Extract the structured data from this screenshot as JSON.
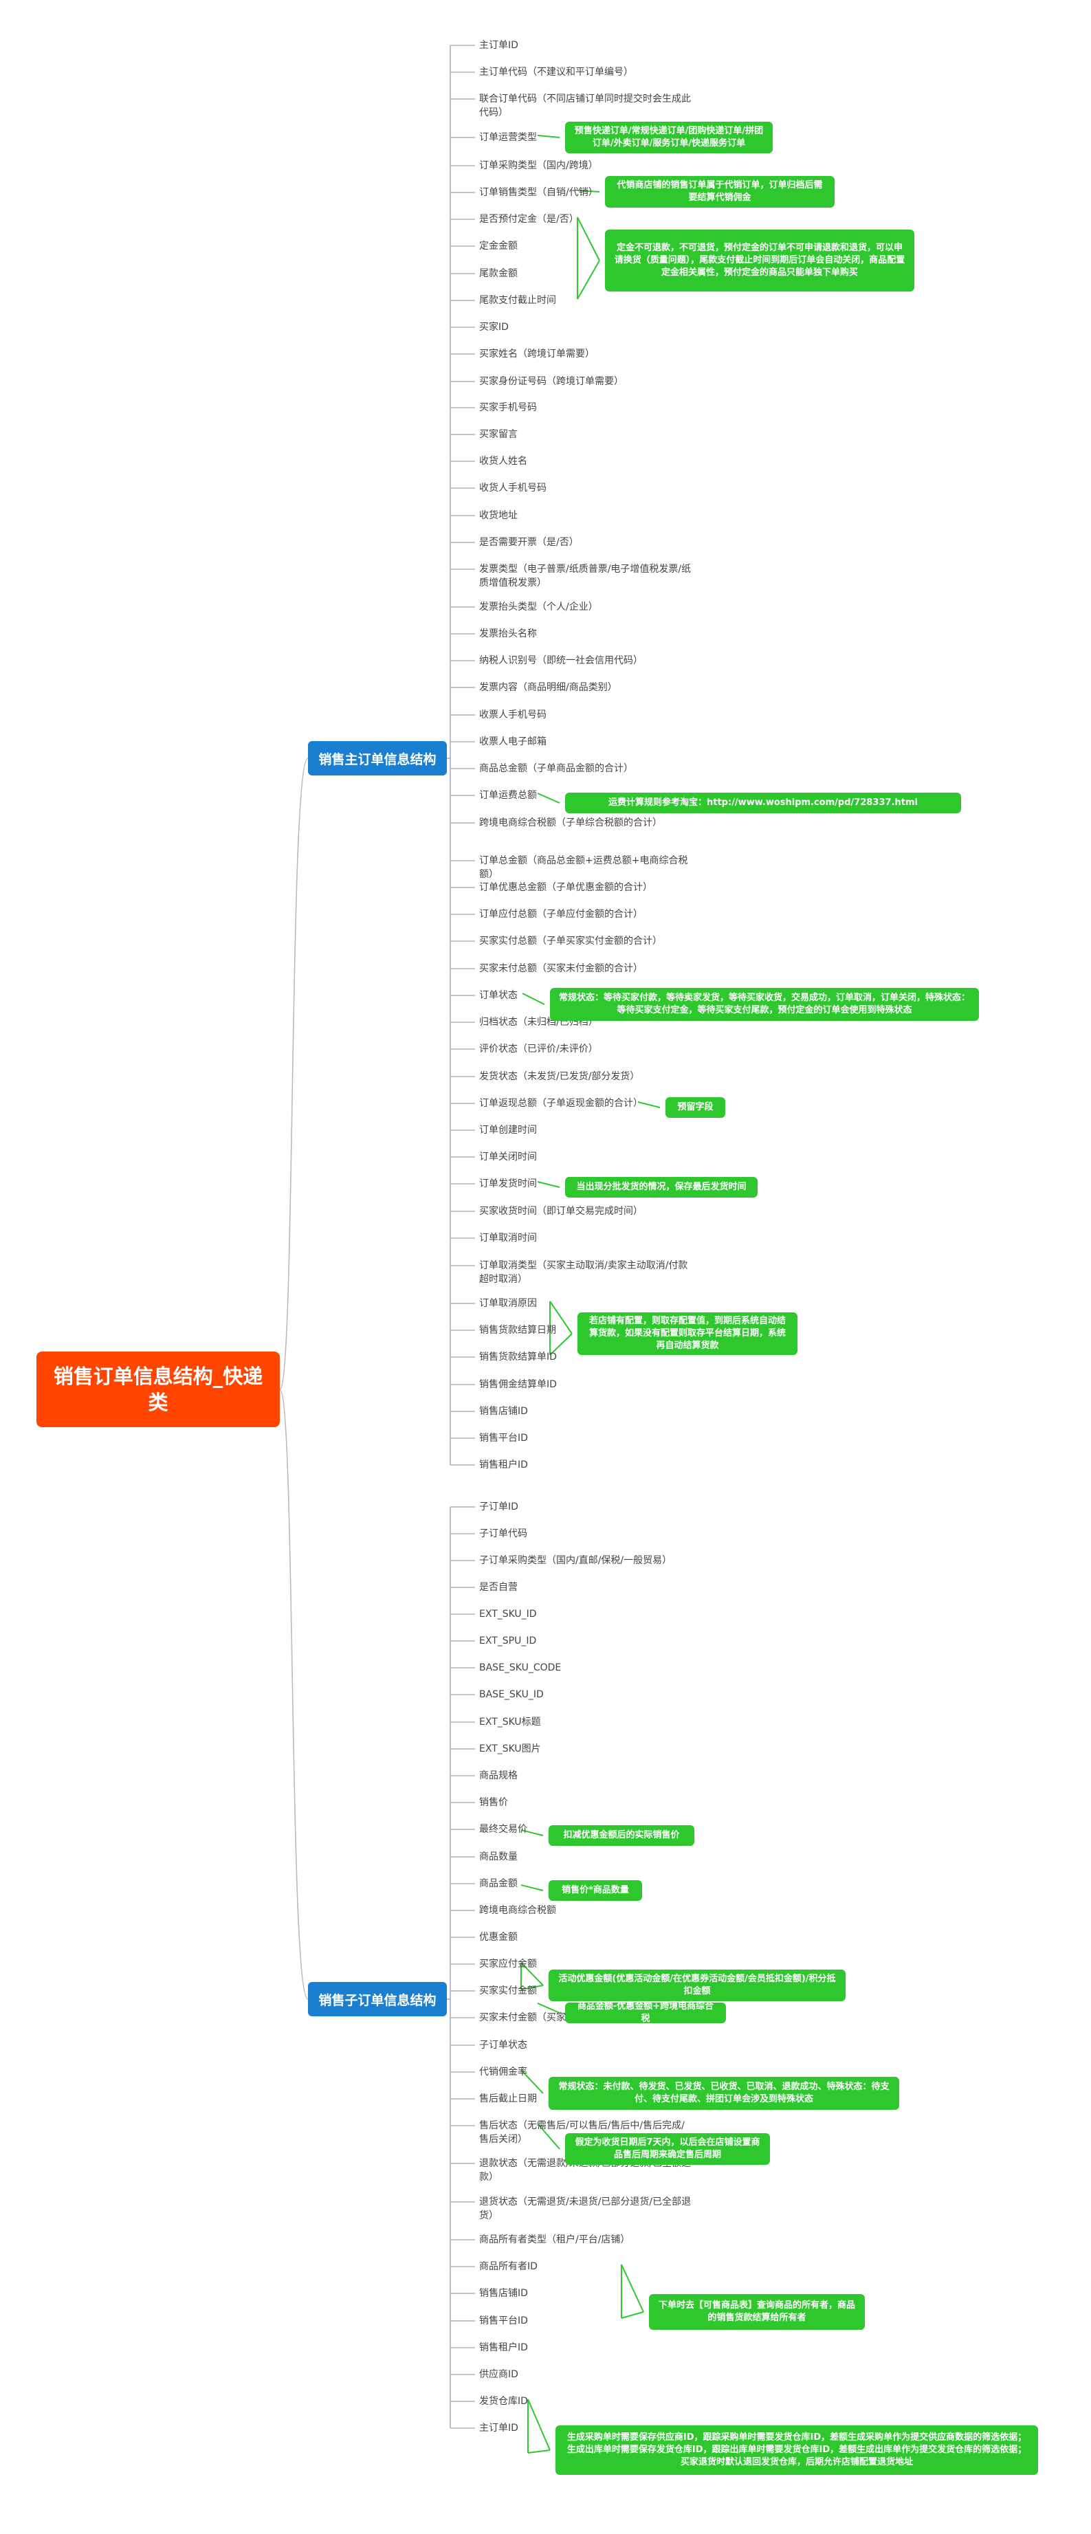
{
  "title": "销售订单信息结构_快递类",
  "branches": [
    {
      "label": "销售主订单信息结构",
      "leaves": [
        "主订单ID",
        "主订单代码（不建议和平订单编号）",
        "联合订单代码（不同店铺订单同时提交时会生成此代码）",
        "订单运营类型",
        "订单采购类型（国内/跨境）",
        "订单销售类型（自销/代销）",
        "是否预付定金（是/否）",
        "定金金额",
        "尾款金额",
        "尾款支付截止时间",
        "买家ID",
        "买家姓名（跨境订单需要）",
        "买家身份证号码（跨境订单需要）",
        "买家手机号码",
        "买家留言",
        "收货人姓名",
        "收货人手机号码",
        "收货地址",
        "是否需要开票（是/否）",
        "发票类型（电子普票/纸质普票/电子增值税发票/纸质增值税发票）",
        "发票抬头类型（个人/企业）",
        "发票抬头名称",
        "纳税人识别号（即统一社会信用代码）",
        "发票内容（商品明细/商品类别）",
        "收票人手机号码",
        "收票人电子邮箱",
        "商品总金额（子单商品金额的合计）",
        "订单运费总额",
        "跨境电商综合税额（子单综合税额的合计）",
        "订单总金额（商品总金额+运费总额+电商综合税额）",
        "订单优惠总金额（子单优惠金额的合计）",
        "订单应付总额（子单应付金额的合计）",
        "买家实付总额（子单买家实付金额的合计）",
        "买家未付总额（买家未付金额的合计）",
        "订单状态",
        "归档状态（未归档/已归档）",
        "评价状态（已评价/未评价）",
        "发货状态（未发货/已发货/部分发货）",
        "订单返现总额（子单返现金额的合计）",
        "订单创建时间",
        "订单关闭时间",
        "订单发货时间",
        "买家收货时间（即订单交易完成时间）",
        "订单取消时间",
        "订单取消类型（买家主动取消/卖家主动取消/付款超时取消）",
        "订单取消原因",
        "销售货款结算日期",
        "销售货款结算单ID",
        "销售佣金结算单ID",
        "销售店铺ID",
        "销售平台ID",
        "销售租户ID"
      ],
      "notes": [
        "预售快递订单/常规快递订单/团购快递订单/拼团订单/外卖订单/服务订单/快递服务订单",
        "代销商店铺的销售订单属于代销订单，订单归档后需要结算代销佣金",
        "定金不可退款，不可退货，预付定金的订单不可申请退款和退货，可以申请换货（质量问题），尾款支付截止时间到期后订单会自动关闭，商品配置定金相关属性，预付定金的商品只能单独下单购买",
        "运费计算规则参考淘宝：http://www.woshipm.com/pd/728337.html",
        "常规状态：等待买家付款，等待卖家发货，等待买家收货，交易成功，订单取消，订单关闭，特殊状态：等待买家支付定金，等待买家支付尾款，预付定金的订单会使用到特殊状态",
        "预留字段",
        "当出现分批发货的情况，保存最后发货时间",
        "若店铺有配置，则取存配置值，到期后系统自动结算货款，如果没有配置则取存平台结算日期，系统再自动结算货款"
      ]
    },
    {
      "label": "销售子订单信息结构",
      "leaves": [
        "子订单ID",
        "子订单代码",
        "子订单采购类型（国内/直邮/保税/一般贸易）",
        "是否自营",
        "EXT_SKU_ID",
        "EXT_SPU_ID",
        "BASE_SKU_CODE",
        "BASE_SKU_ID",
        "EXT_SKU标题",
        "EXT_SKU图片",
        "商品规格",
        "销售价",
        "最终交易价",
        "商品数量",
        "商品金额",
        "跨境电商综合税额",
        "优惠金额",
        "买家应付金额",
        "买家实付金额",
        "买家未付金额（买家应付金额-买家实付金额）",
        "子订单状态",
        "代销佣金率",
        "售后截止日期",
        "售后状态（无需售后/可以售后/售后中/售后完成/售后关闭）",
        "退款状态（无需退款/未退款/已部分退款/已全额退款）",
        "退货状态（无需退货/未退货/已部分退货/已全部退货）",
        "商品所有者类型（租户/平台/店铺）",
        "商品所有者ID",
        "销售店铺ID",
        "销售平台ID",
        "销售租户ID",
        "供应商ID",
        "发货仓库ID",
        "主订单ID"
      ],
      "notes": [
        "扣减优惠金额后的实际销售价",
        "销售价*商品数量",
        "活动优惠金额(优惠活动金额/在优惠券活动金额/会员抵扣金额)/积分抵扣金额",
        "商品金额-优惠金额+跨境电商综合税",
        "常规状态：未付款、待发货、已发货、已收货、已取消、退款成功、特殊状态：待支付、待支付尾款、拼团订单会涉及到特殊状态",
        "假定为收货日期后7天内，以后会在店铺设置商品售后周期来确定售后周期",
        "下单时去【可售商品表】查询商品的所有者，商品的销售货款结算给所有者",
        "生成采购单时需要保存供应商ID，跟踪采购单时需要发货仓库ID，差额生成采购单作为提交供应商数据的筛选依据；生成出库单时需要保存发货仓库ID，跟踪出库单时需要发货仓库ID，差额生成出库单作为提交发货仓库的筛选依据；买家退货时默认退回发货仓库，后期允许店铺配置退货地址"
      ]
    }
  ]
}
